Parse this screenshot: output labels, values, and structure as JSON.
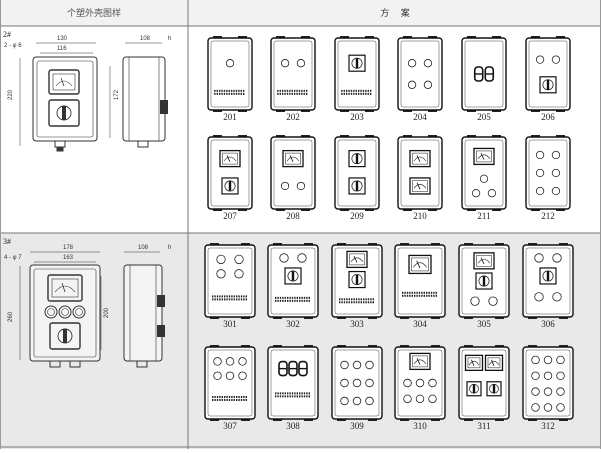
{
  "header": {
    "left_title": "个塑外壳图样",
    "right_title": "方    案"
  },
  "sections": [
    {
      "id": "2",
      "size_tag": "2#",
      "dims": {
        "d1": "2 - φ 6",
        "d2": "130",
        "d3": "116",
        "d4": "220",
        "d5": "172",
        "d6": "108",
        "d7": "h"
      },
      "schemes": [
        {
          "label": "201",
          "layout": "c1-grille"
        },
        {
          "label": "202",
          "layout": "c2-grille"
        },
        {
          "label": "203",
          "layout": "switch-grille"
        },
        {
          "label": "204",
          "layout": "c4"
        },
        {
          "label": "205",
          "layout": "digits"
        },
        {
          "label": "206",
          "layout": "c2-switch"
        },
        {
          "label": "207",
          "layout": "meter-switch"
        },
        {
          "label": "208",
          "layout": "meter-c2"
        },
        {
          "label": "209",
          "layout": "switch-switch"
        },
        {
          "label": "210",
          "layout": "meter-meter"
        },
        {
          "label": "211",
          "layout": "meter-c3"
        },
        {
          "label": "212",
          "layout": "c6"
        }
      ]
    },
    {
      "id": "3",
      "size_tag": "3#",
      "dims": {
        "d1": "4 - φ 7",
        "d2": "178",
        "d3": "163",
        "d4": "260",
        "d5": "200",
        "d6": "108",
        "d7": "h"
      },
      "schemes": [
        {
          "label": "301",
          "layout": "c4-grille"
        },
        {
          "label": "302",
          "layout": "c2-switch-grille"
        },
        {
          "label": "303",
          "layout": "meter-switch-grille"
        },
        {
          "label": "304",
          "layout": "meter-grille"
        },
        {
          "label": "305",
          "layout": "meter-switch-c2"
        },
        {
          "label": "306",
          "layout": "c4-switch"
        },
        {
          "label": "307",
          "layout": "c6-grille"
        },
        {
          "label": "308",
          "layout": "digits3-grille"
        },
        {
          "label": "309",
          "layout": "c9"
        },
        {
          "label": "310",
          "layout": "meter-c6"
        },
        {
          "label": "311",
          "layout": "meter2-switch2"
        },
        {
          "label": "312",
          "layout": "c12"
        }
      ]
    }
  ]
}
